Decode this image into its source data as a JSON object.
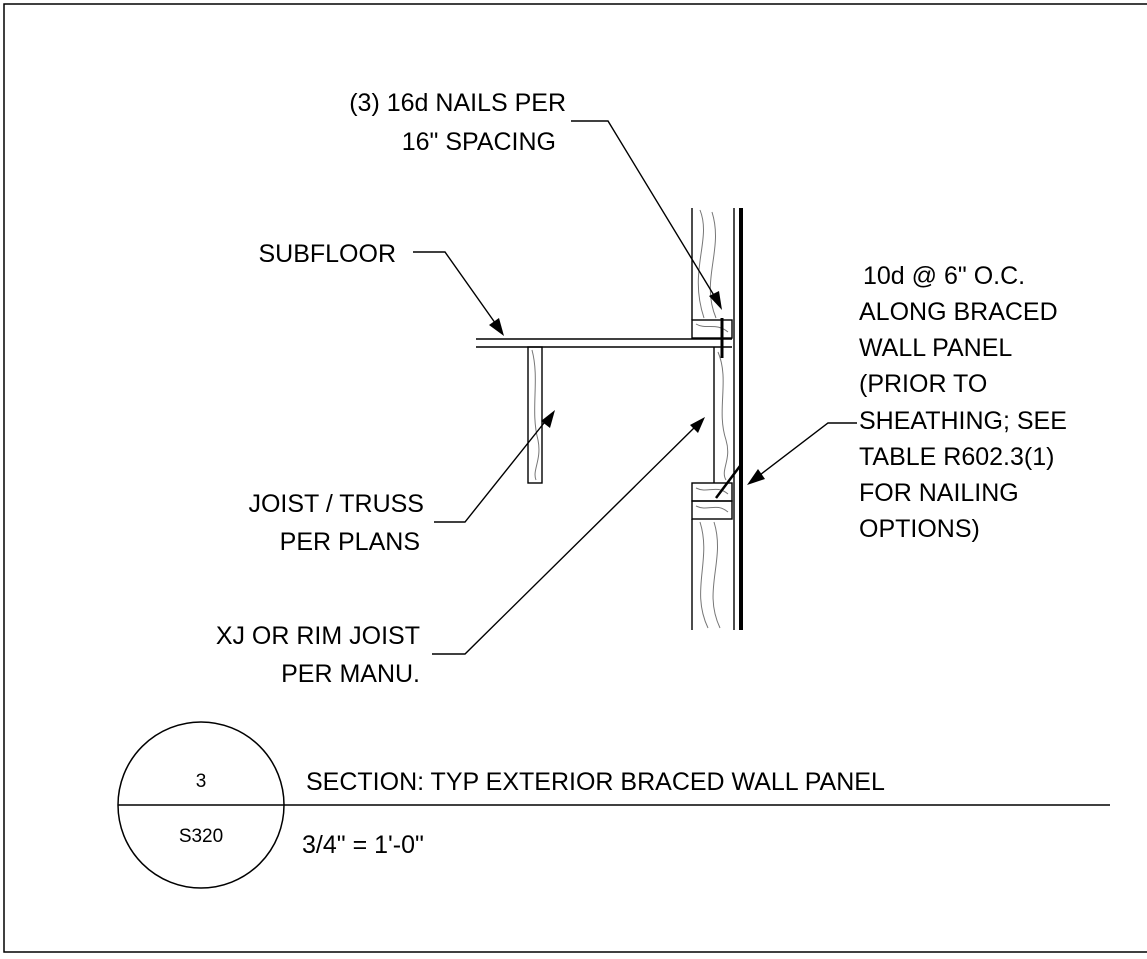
{
  "callouts": {
    "nails_line1": "(3) 16d NAILS PER",
    "nails_line2": "16\" SPACING",
    "subfloor": "SUBFLOOR",
    "sheathing_nailing_lines": [
      "10d @ 6\" O.C.",
      "ALONG BRACED",
      "WALL PANEL",
      "(PRIOR TO",
      "SHEATHING; SEE",
      "TABLE R602.3(1)",
      "FOR NAILING",
      "OPTIONS)"
    ],
    "joist_line1": "JOIST / TRUSS",
    "joist_line2": "PER PLANS",
    "rim_line1": "XJ OR RIM JOIST",
    "rim_line2": "PER MANU."
  },
  "title_block": {
    "detail_number": "3",
    "sheet_number": "S320",
    "title": "SECTION: TYP EXTERIOR BRACED WALL PANEL",
    "scale": "3/4\" = 1'-0\""
  }
}
